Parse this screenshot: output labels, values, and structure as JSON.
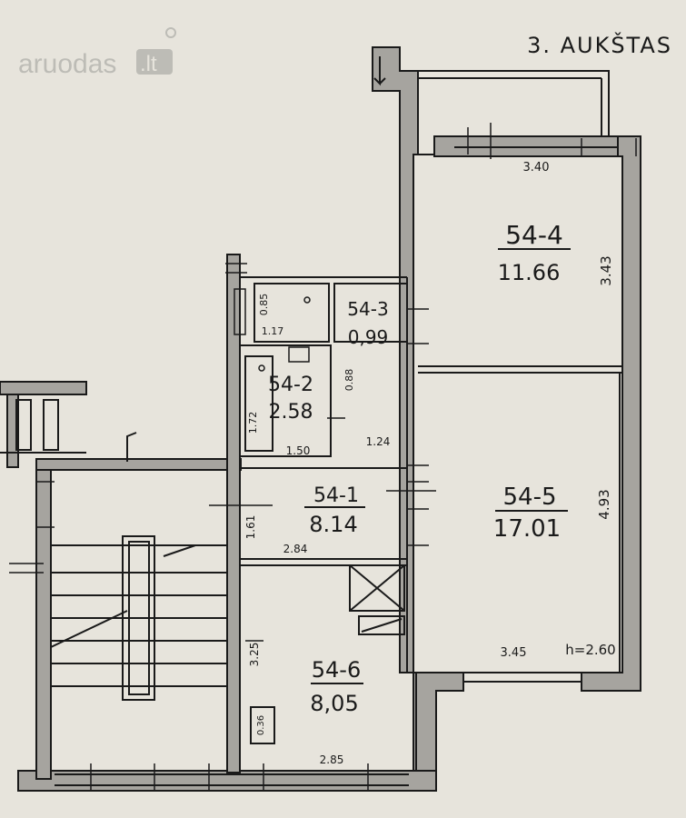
{
  "watermark": {
    "brand": "aruodas",
    "tld": ".lt"
  },
  "floor_title": "3. AUKŠTAS",
  "ceiling_height": "h=2.60",
  "rooms": [
    {
      "id": "54-1",
      "area": "8.14"
    },
    {
      "id": "54-2",
      "area": "2.58"
    },
    {
      "id": "54-3",
      "area": "0,99"
    },
    {
      "id": "54-4",
      "area": "11.66"
    },
    {
      "id": "54-5",
      "area": "17.01"
    },
    {
      "id": "54-6",
      "area": "8,05"
    }
  ],
  "dimensions": {
    "room4_width": "3.40",
    "room4_depth": "3.43",
    "room5_width": "3.45",
    "room5_depth": "4.93",
    "wc_width": "1.17",
    "wc_depth": "0.85",
    "bath_width": "1.50",
    "bath_depth": "1.72",
    "bath_inner": "0.88",
    "hall_width": "1.24",
    "hall_depth": "1.61",
    "room1_width": "2.84",
    "room6_width": "2.85",
    "room6_depth": "3.25",
    "chimney": "0.36"
  },
  "colors": {
    "wall": "#a6a49f",
    "line": "#1a1a1a",
    "paper": "#e7e4dc"
  }
}
